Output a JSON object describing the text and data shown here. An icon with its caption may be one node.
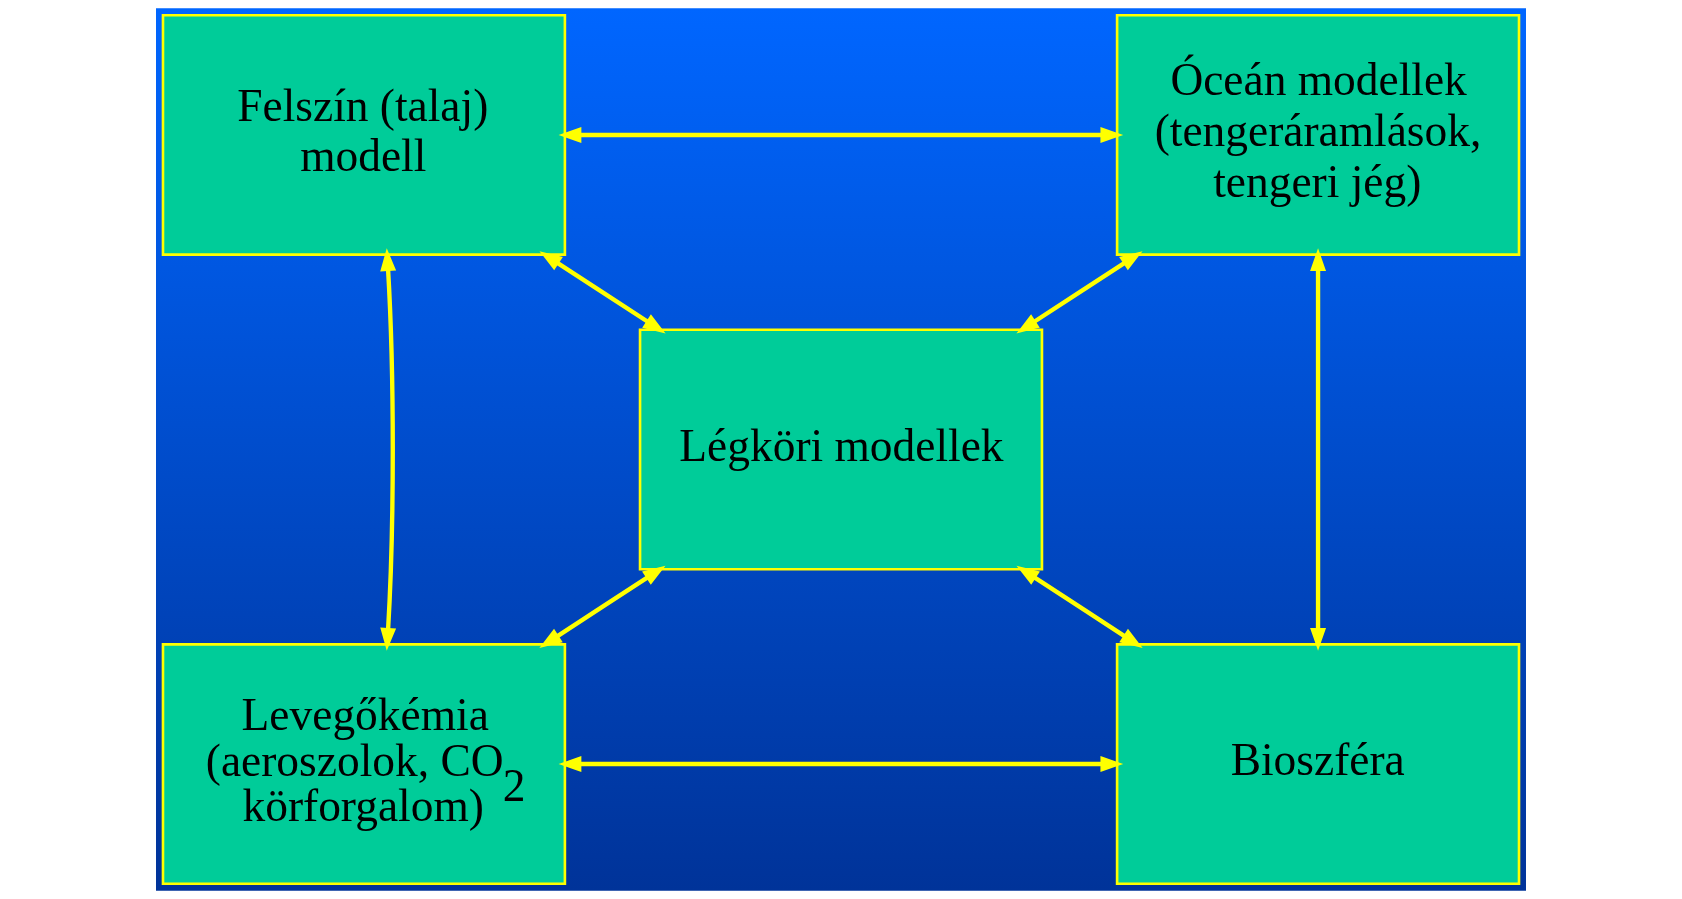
{
  "diagram": {
    "nodes": [
      {
        "text": [
          "Felszín (talaj) modell"
        ]
      },
      {
        "text": [
          "Óceán modellek (tengeráramlások, tengeri jég)"
        ]
      },
      {
        "text": [
          "Légköri modellek"
        ]
      },
      {
        "text": [
          "Levegőkémia (aeroszolok, CO$_{2}$ körforgalom)"
        ]
      },
      {
        "text": [
          "Bioszféra"
        ]
      }
    ],
    "edges": [
      {
        "from": 0,
        "to": 1,
        "arrow": "both"
      },
      {
        "from": 0,
        "to": 2,
        "arrow": "both"
      },
      {
        "from": 1,
        "to": 2,
        "arrow": "both"
      },
      {
        "from": 0,
        "to": 3,
        "arrow": "both"
      },
      {
        "from": 1,
        "to": 4,
        "arrow": "both"
      },
      {
        "from": 3,
        "to": 2,
        "arrow": "both"
      },
      {
        "from": 4,
        "to": 2,
        "arrow": "both"
      },
      {
        "from": 3,
        "to": 4,
        "arrow": "both"
      }
    ]
  }
}
